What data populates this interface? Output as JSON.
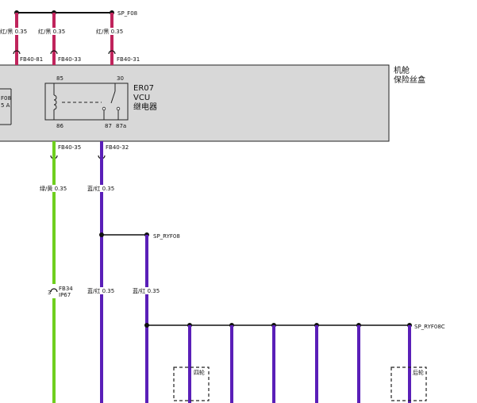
{
  "colors": {
    "red_black_wire": "#c0245c",
    "green_yellow_wire": "#6fcf1f",
    "blue_red_wire": "#5a1fb8",
    "box_fill": "#d8d8d8",
    "outline": "#222222"
  },
  "top_splice": {
    "label": "SP_F08"
  },
  "wire_labels": {
    "w1": "红/黑 0.35",
    "w2": "红/黑 0.35",
    "w3": "红/黑 0.35",
    "green": "绿/黄 0.35",
    "blue1": "蓝/红 0.35",
    "blue2": "蓝/红 0.35",
    "blue3": "蓝/红 0.35"
  },
  "connectors": {
    "c81": "FB40-81",
    "c33": "FB40-33",
    "c31": "FB40-31",
    "c35": "FB40-35",
    "c32": "FB40-32",
    "fb34": "FB34",
    "ip67": "IP67",
    "pin3": "3"
  },
  "fuse_box": {
    "line1": "机舱",
    "line2": "保险丝盒"
  },
  "fuse": {
    "name": "F08",
    "rating": "5 A"
  },
  "relay": {
    "name": "ER07",
    "sub": "VCU",
    "desc": "继电器",
    "pin85": "85",
    "pin30": "30",
    "pin86": "86",
    "pin87": "87",
    "pin87a": "87a"
  },
  "splices": {
    "ryf08": "SP_RYF08",
    "ryf08c": "SP_RYF08C"
  },
  "small_boxes": {
    "left": "四轮",
    "right": "后轮"
  }
}
